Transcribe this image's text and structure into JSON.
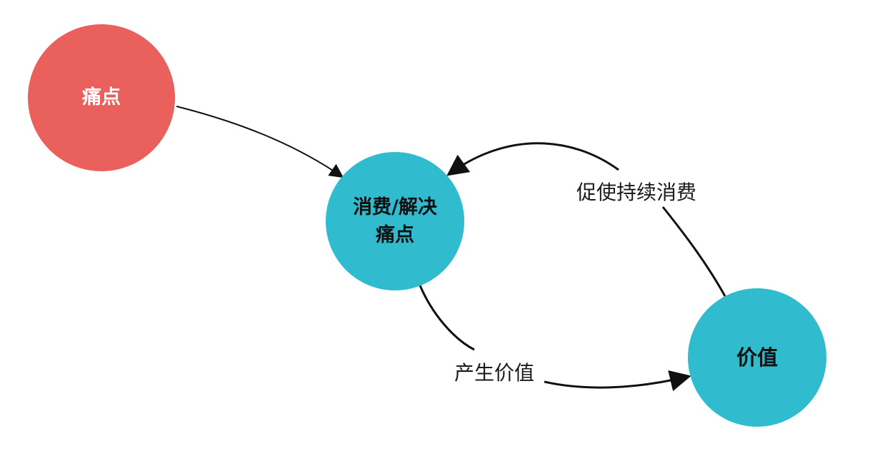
{
  "diagram": {
    "nodes": [
      {
        "id": "pain_point",
        "label": "痛点",
        "color": "#E9605C",
        "text_color": "#FFFFFF"
      },
      {
        "id": "consume_solve",
        "label_lines": [
          "消费/解决",
          "痛点"
        ],
        "color": "#30BCCE",
        "text_color": "#111111"
      },
      {
        "id": "value",
        "label": "价值",
        "color": "#30BCCE",
        "text_color": "#111111"
      }
    ],
    "edges": [
      {
        "from": "pain_point",
        "to": "consume_solve",
        "label": ""
      },
      {
        "from": "consume_solve",
        "to": "value",
        "label": "产生价值"
      },
      {
        "from": "value",
        "to": "consume_solve",
        "label": "促使持续消费"
      }
    ],
    "edge_color": "#111111"
  }
}
